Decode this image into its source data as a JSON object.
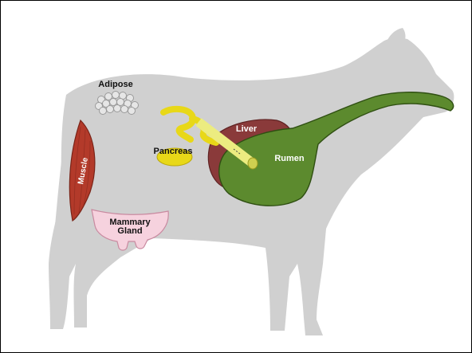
{
  "labels": {
    "adipose": "Adipose",
    "liver": "Liver",
    "rumen": "Rumen",
    "pancreas": "Pancreas",
    "muscle": "Muscle",
    "mammary_line1": "Mammary",
    "mammary_line2": "Gland"
  },
  "colors": {
    "body": "#d0d0d0",
    "rumen": "#5c8a2e",
    "liver": "#8a3a3a",
    "pancreas": "#e8d818",
    "pancreas_duct": "#ecec80",
    "muscle": "#b33a2a",
    "mammary": "#f6d2de",
    "adipose": "#e6e6e6"
  }
}
